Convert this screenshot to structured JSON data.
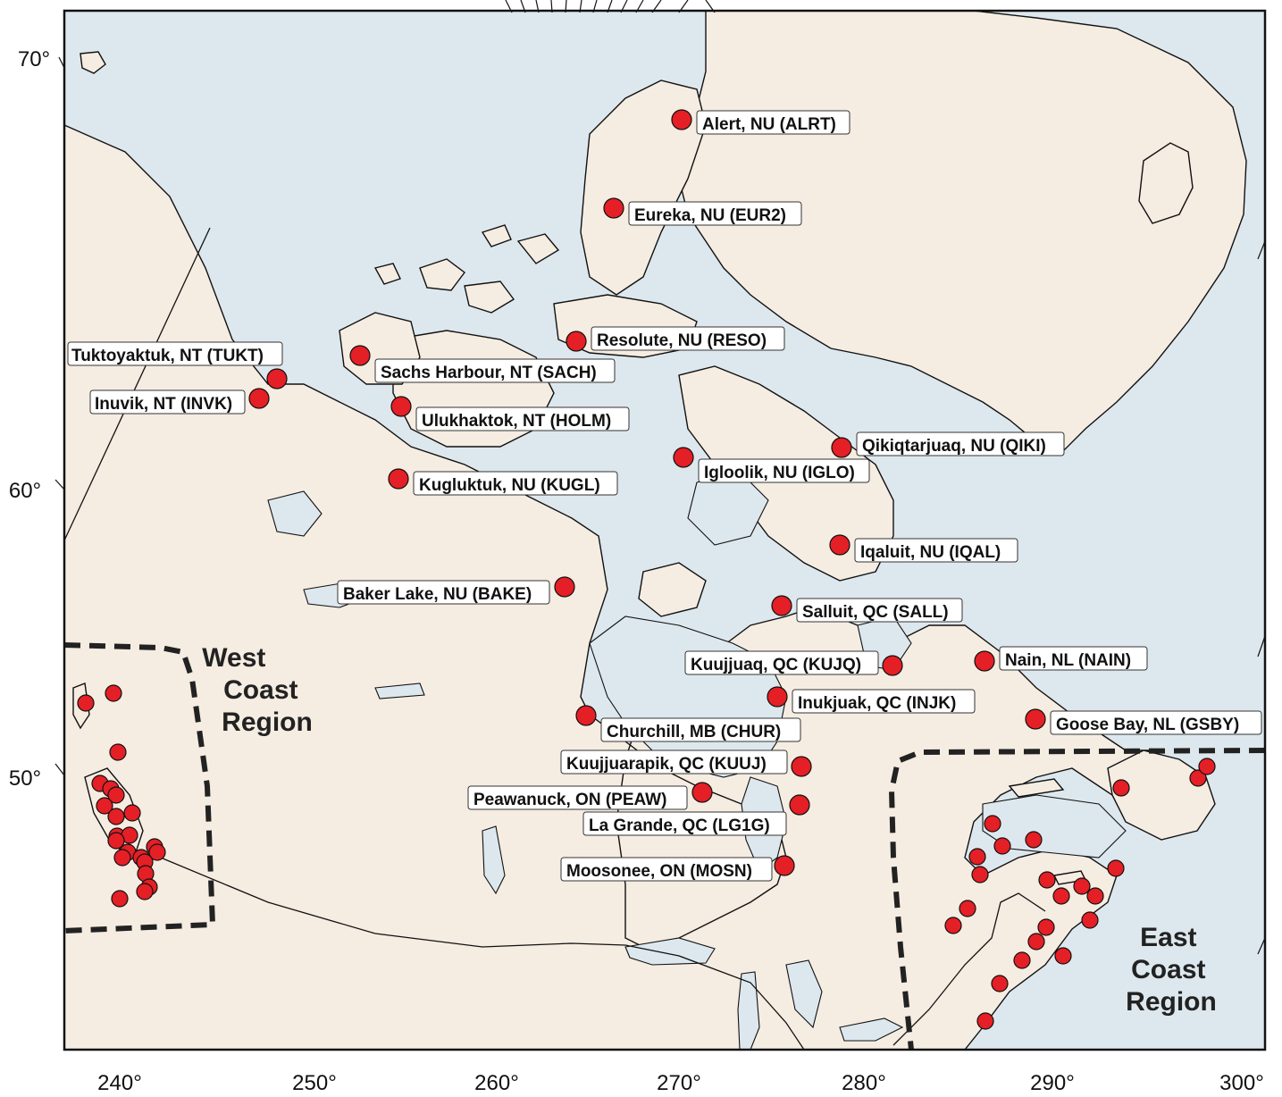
{
  "lon_ticks": [
    "240°",
    "250°",
    "260°",
    "270°",
    "280°",
    "290°",
    "300°"
  ],
  "lat_ticks": [
    "70°",
    "60°",
    "50°"
  ],
  "regions": {
    "west": [
      "West",
      "Coast",
      "Region"
    ],
    "east": [
      "East",
      "Coast",
      "Region"
    ]
  },
  "stations": [
    {
      "label": "Alert, NU (ALRT)"
    },
    {
      "label": "Eureka, NU (EUR2)"
    },
    {
      "label": "Resolute, NU (RESO)"
    },
    {
      "label": "Tuktoyaktuk, NT (TUKT)"
    },
    {
      "label": "Sachs Harbour, NT (SACH)"
    },
    {
      "label": "Inuvik, NT (INVK)"
    },
    {
      "label": "Ulukhaktok, NT (HOLM)"
    },
    {
      "label": "Qikiqtarjuaq, NU (QIKI)"
    },
    {
      "label": "Igloolik, NU (IGLO)"
    },
    {
      "label": "Kugluktuk, NU (KUGL)"
    },
    {
      "label": "Iqaluit, NU (IQAL)"
    },
    {
      "label": "Baker Lake, NU (BAKE)"
    },
    {
      "label": "Salluit, QC (SALL)"
    },
    {
      "label": "Kuujjuaq, QC (KUJQ)"
    },
    {
      "label": "Nain, NL (NAIN)"
    },
    {
      "label": "Inukjuak, QC (INJK)"
    },
    {
      "label": "Churchill, MB (CHUR)"
    },
    {
      "label": "Goose Bay, NL (GSBY)"
    },
    {
      "label": "Kuujjuarapik, QC (KUUJ)"
    },
    {
      "label": "Peawanuck, ON (PEAW)"
    },
    {
      "label": "La Grande, QC (LG1G)"
    },
    {
      "label": "Moosonee, ON (MOSN)"
    }
  ],
  "colors": {
    "water": "#dde8ee",
    "land": "#f5ece2",
    "station": "#e41f25"
  }
}
